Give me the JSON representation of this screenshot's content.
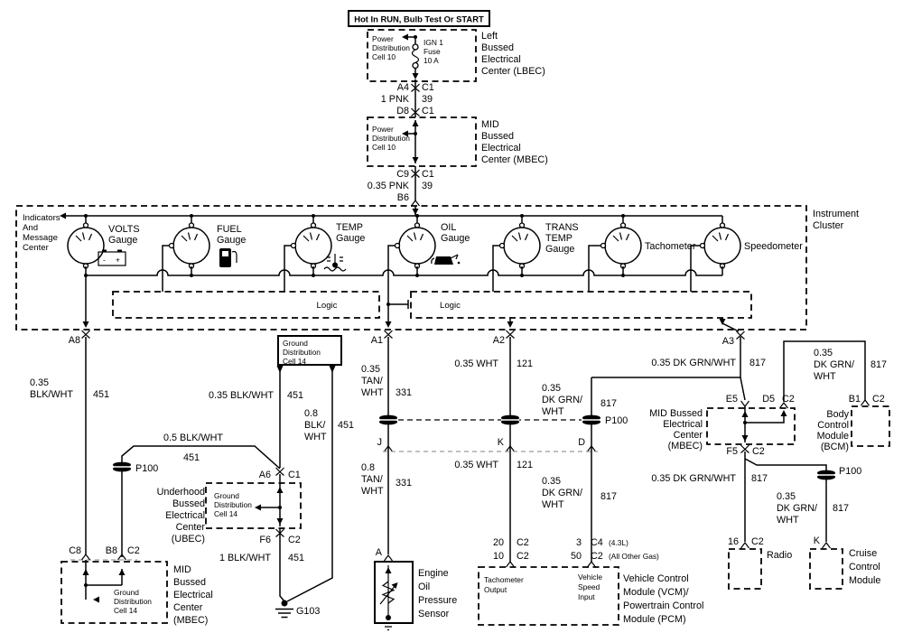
{
  "header": {
    "text": "Hot In RUN, Bulb Test Or START"
  },
  "lbec": {
    "cell": [
      "Power",
      "Distribution",
      "Cell 10"
    ],
    "fuse": [
      "IGN 1",
      "Fuse",
      "10 A"
    ],
    "name": [
      "Left",
      "Bussed",
      "Electrical",
      "Center (LBEC)"
    ]
  },
  "mbec_top": {
    "cell": [
      "Power",
      "Distribution",
      "Cell 10"
    ],
    "name": [
      "MID",
      "Bussed",
      "Electrical",
      "Center (MBEC)"
    ]
  },
  "pins": {
    "a4": "A4",
    "a4c": "C1",
    "d8": "D8",
    "d8c": "C1",
    "c9": "C9",
    "c9c": "C1",
    "b6": "B6",
    "a8": "A8",
    "a1": "A1",
    "a2": "A2",
    "a3": "A3",
    "a6": "A6",
    "a6c": "C1",
    "f6": "F6",
    "f6c": "C2",
    "c8": "C8",
    "b8": "B8",
    "b8c": "C2",
    "j": "J",
    "k": "K",
    "d": "D",
    "a": "A",
    "p20": "20",
    "p20c": "C2",
    "p10": "10",
    "p10c": "C2",
    "p3": "3",
    "p3c": "C4",
    "p3note": "(4.3L)",
    "p50": "50",
    "p50c": "C2",
    "p50note": "(All Other Gas)",
    "e5": "E5",
    "d5": "D5",
    "d5c": "C2",
    "f5": "F5",
    "f5c": "C2",
    "b1": "B1",
    "b1c": "C2",
    "p16": "16",
    "p16c": "C2",
    "kc": "K"
  },
  "wires": {
    "pnk1": {
      "gauge": "1 PNK",
      "ckt": "39"
    },
    "pnk035": {
      "gauge": "0.35 PNK",
      "ckt": "39"
    },
    "blk_a8": {
      "l1": "0.35",
      "l2": "BLK/WHT",
      "ckt": "451"
    },
    "blk_035": {
      "label": "0.35 BLK/WHT",
      "ckt": "451"
    },
    "blk_08": {
      "l1": "0.8",
      "l2": "BLK/",
      "l3": "WHT",
      "ckt": "451"
    },
    "blk_05": {
      "label": "0.5 BLK/WHT",
      "ckt": "451"
    },
    "blk_1": {
      "label": "1 BLK/WHT",
      "ckt": "451"
    },
    "tan_035": {
      "l1": "0.35",
      "l2": "TAN/",
      "l3": "WHT",
      "ckt": "331"
    },
    "tan_08": {
      "l1": "0.8",
      "l2": "TAN/",
      "l3": "WHT",
      "ckt": "331"
    },
    "wht_top": {
      "label": "0.35 WHT",
      "ckt": "121"
    },
    "wht_bot": {
      "label": "0.35 WHT",
      "ckt": "121"
    },
    "grn_d_top": {
      "l1": "0.35",
      "l2": "DK GRN/",
      "l3": "WHT",
      "ckt": "817"
    },
    "grn_d_bot": {
      "l1": "0.35",
      "l2": "DK GRN/",
      "l3": "WHT",
      "ckt": "817"
    },
    "grn_a3": {
      "label": "0.35 DK GRN/WHT",
      "ckt": "817"
    },
    "grn_bcm": {
      "l1": "0.35",
      "l2": "DK GRN/",
      "l3": "WHT",
      "ckt": "817"
    },
    "grn_f5": {
      "label": "0.35 DK GRN/WHT",
      "ckt": "817"
    },
    "grn_cruise": {
      "l1": "0.35",
      "l2": "DK GRN/",
      "l3": "WHT",
      "ckt": "817"
    }
  },
  "cluster": {
    "name": [
      "Instrument",
      "Cluster"
    ],
    "imc": [
      "Indicators",
      "And",
      "Message",
      "Center"
    ],
    "logic": "Logic",
    "volts": [
      "VOLTS",
      "Gauge"
    ],
    "fuel": [
      "FUEL",
      "Gauge"
    ],
    "temp": [
      "TEMP",
      "Gauge"
    ],
    "oil": [
      "OIL",
      "Gauge"
    ],
    "trans": [
      "TRANS",
      "TEMP",
      "Gauge"
    ],
    "tach": "Tachometer",
    "speedo": "Speedometer",
    "battery": [
      "-",
      "+"
    ]
  },
  "gdc14_top": [
    "Ground",
    "Distribution",
    "Cell 14"
  ],
  "ubec": {
    "name": [
      "Underhood",
      "Bussed",
      "Electrical",
      "Center",
      "(UBEC)"
    ],
    "cell": [
      "Ground",
      "Distribution",
      "Cell 14"
    ]
  },
  "mbec_bl": {
    "name": [
      "MID",
      "Bussed",
      "Electrical",
      "Center",
      "(MBEC)"
    ],
    "cell": [
      "Ground",
      "Distribution",
      "Cell 14"
    ]
  },
  "mbec_r": {
    "name": [
      "MID Bussed",
      "Electrical",
      "Center",
      "(MBEC)"
    ]
  },
  "bcm": {
    "name": [
      "Body",
      "Control",
      "Module",
      "(BCM)"
    ]
  },
  "vcm": {
    "tach": [
      "Tachometer",
      "Output"
    ],
    "vss": [
      "Vehicle",
      "Speed",
      "Input"
    ],
    "name": [
      "Vehicle Control",
      "Module (VCM)/",
      "Powertrain Control",
      "Module (PCM)"
    ]
  },
  "sensor": {
    "name": [
      "Engine",
      "Oil",
      "Pressure",
      "Sensor"
    ]
  },
  "radio": {
    "name": "Radio"
  },
  "cruise": {
    "name": [
      "Cruise",
      "Control",
      "Module"
    ]
  },
  "ground": {
    "g103": "G103"
  },
  "p100": {
    "label": "P100"
  }
}
